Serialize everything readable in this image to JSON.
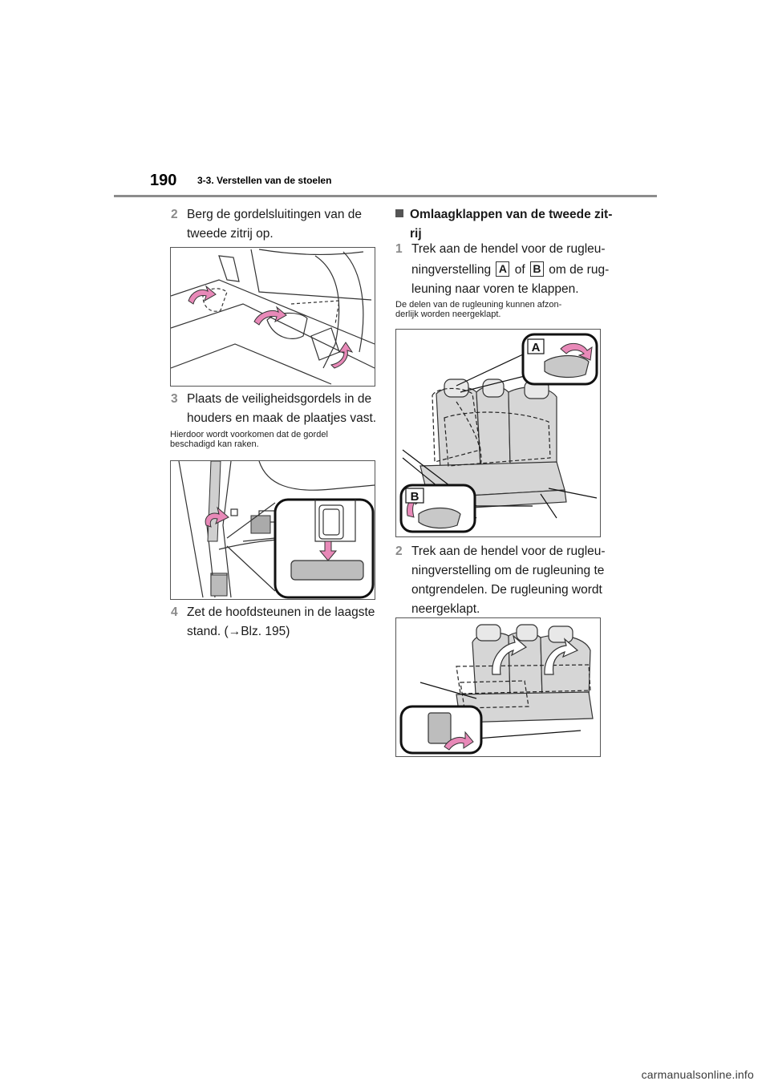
{
  "header": {
    "page_number": "190",
    "section": "3-3. Verstellen van de stoelen"
  },
  "left": {
    "step2": {
      "num": "2",
      "line1": "Berg de gordelsluitingen van de",
      "line2": "tweede zitrij op."
    },
    "step3": {
      "num": "3",
      "line1": "Plaats de veiligheidsgordels in de",
      "line2": "houders en maak de plaatjes vast."
    },
    "note3": {
      "line1": "Hierdoor wordt voorkomen dat de gordel",
      "line2": "beschadigd kan raken."
    },
    "step4": {
      "num": "4",
      "line1": "Zet de hoofdsteunen in de laagste",
      "line2": "stand. (→Blz. 195)"
    }
  },
  "right": {
    "bullet": {
      "line1": "Omlaagklappen van de tweede zit-",
      "line2": "rij"
    },
    "step1": {
      "num": "1",
      "line1": "Trek aan de hendel voor de rugleu-",
      "line2_a": "ningverstelling",
      "key_a": "A",
      "line2_b": "of",
      "key_b": "B",
      "line2_c": "om de rug-",
      "line3": "leuning naar voren te klappen."
    },
    "note1": {
      "line1": "De delen van de rugleuning kunnen afzon-",
      "line2": "derlijk worden neergeklapt."
    },
    "fig_labels": {
      "a": "A",
      "b": "B"
    },
    "step2": {
      "num": "2",
      "line1": "Trek aan de hendel voor de rugleu-",
      "line2": "ningverstelling om de rugleuning te",
      "line3": "ontgrendelen. De rugleuning wordt",
      "line4": "neergeklapt."
    }
  },
  "watermark": "carmanualsonline.info",
  "colors": {
    "arrow_pink": "#e889b8",
    "rule_gray": "#8c8c8c",
    "step_num_gray": "#8a8a8a"
  }
}
